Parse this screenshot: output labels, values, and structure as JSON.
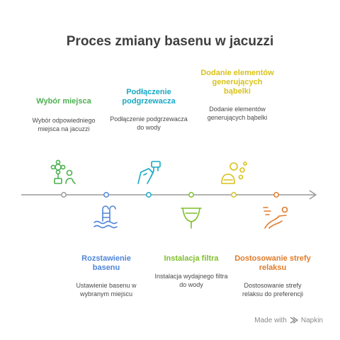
{
  "title": "Proces zmiany basenu w jacuzzi",
  "steps": [
    {
      "title": "Wybór miejsca",
      "description": "Wybór odpowiedniego miejsca na jacuzzi",
      "color": "#4CB050",
      "icon": "flower-plant-icon"
    },
    {
      "title": "Rozstawienie basenu",
      "description": "Ustawienie basenu w wybranym miejscu",
      "color": "#4F86D9",
      "icon": "pool-ladder-icon"
    },
    {
      "title": "Podłączenie podgrzewacza",
      "description": "Podłączenie podgrzewacza do wody",
      "color": "#17A9C4",
      "icon": "heater-plug-icon"
    },
    {
      "title": "Instalacja filtra",
      "description": "Instalacja wydajnego filtra do wody",
      "color": "#7FBF2A",
      "icon": "filter-funnel-icon"
    },
    {
      "title": "Dodanie elementów generujących bąbelki",
      "description": "Dodanie elementów generujących bąbelki",
      "color": "#D9C21A",
      "icon": "bubbles-icon"
    },
    {
      "title": "Dostosowanie strefy relaksu",
      "description": "Dostosowanie strefy relaksu do preferencji",
      "color": "#E07B2A",
      "icon": "relaxing-person-icon"
    }
  ],
  "footer": {
    "prefix": "Made with",
    "brand": "Napkin"
  }
}
